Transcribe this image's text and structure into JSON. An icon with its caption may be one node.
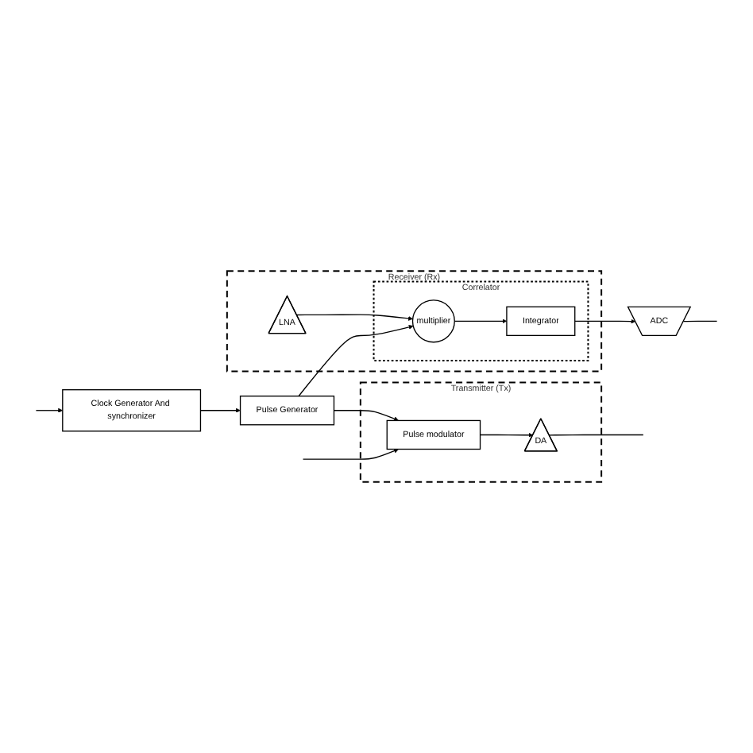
{
  "diagram": {
    "nodes": [
      {
        "text": [
          "Receiver (Rx)"
        ]
      },
      {
        "text": [
          "LNA"
        ],
        "in": 0
      },
      {
        "text": [
          "Correlator"
        ],
        "in": 0
      },
      {
        "text": [
          "multiplier"
        ],
        "in": 2
      },
      {
        "text": [
          "Integrator"
        ],
        "in": 2
      },
      {
        "text": [
          "ADC"
        ]
      },
      {
        "text": [
          "Pulse Generator"
        ]
      },
      {
        "text": [
          "Clock Generator And synchronizer"
        ]
      },
      {
        "text": [
          "Transmitter (Tx)"
        ]
      },
      {
        "text": [
          "DA"
        ],
        "in": 8
      },
      {
        "text": [
          "Pulse modulator"
        ],
        "in": 8
      }
    ],
    "edges": [
      {
        "from": 1,
        "to": 3,
        "arrow": "to"
      },
      {
        "from": 3,
        "to": 4,
        "arrow": "to"
      },
      {
        "from": 4,
        "to": 5,
        "arrow": "to"
      },
      {
        "from": 5,
        "to": null,
        "arrow": "none"
      },
      {
        "from": 6,
        "to": 3,
        "arrow": "to"
      },
      {
        "from": 7,
        "to": 6,
        "arrow": "to"
      },
      {
        "from": null,
        "to": 7,
        "arrow": "to"
      },
      {
        "from": 6,
        "to": 10,
        "arrow": "to"
      },
      {
        "from": null,
        "to": 10,
        "arrow": "to"
      },
      {
        "from": 10,
        "to": 9,
        "arrow": "to"
      },
      {
        "from": 9,
        "to": null,
        "arrow": "none"
      }
    ]
  }
}
